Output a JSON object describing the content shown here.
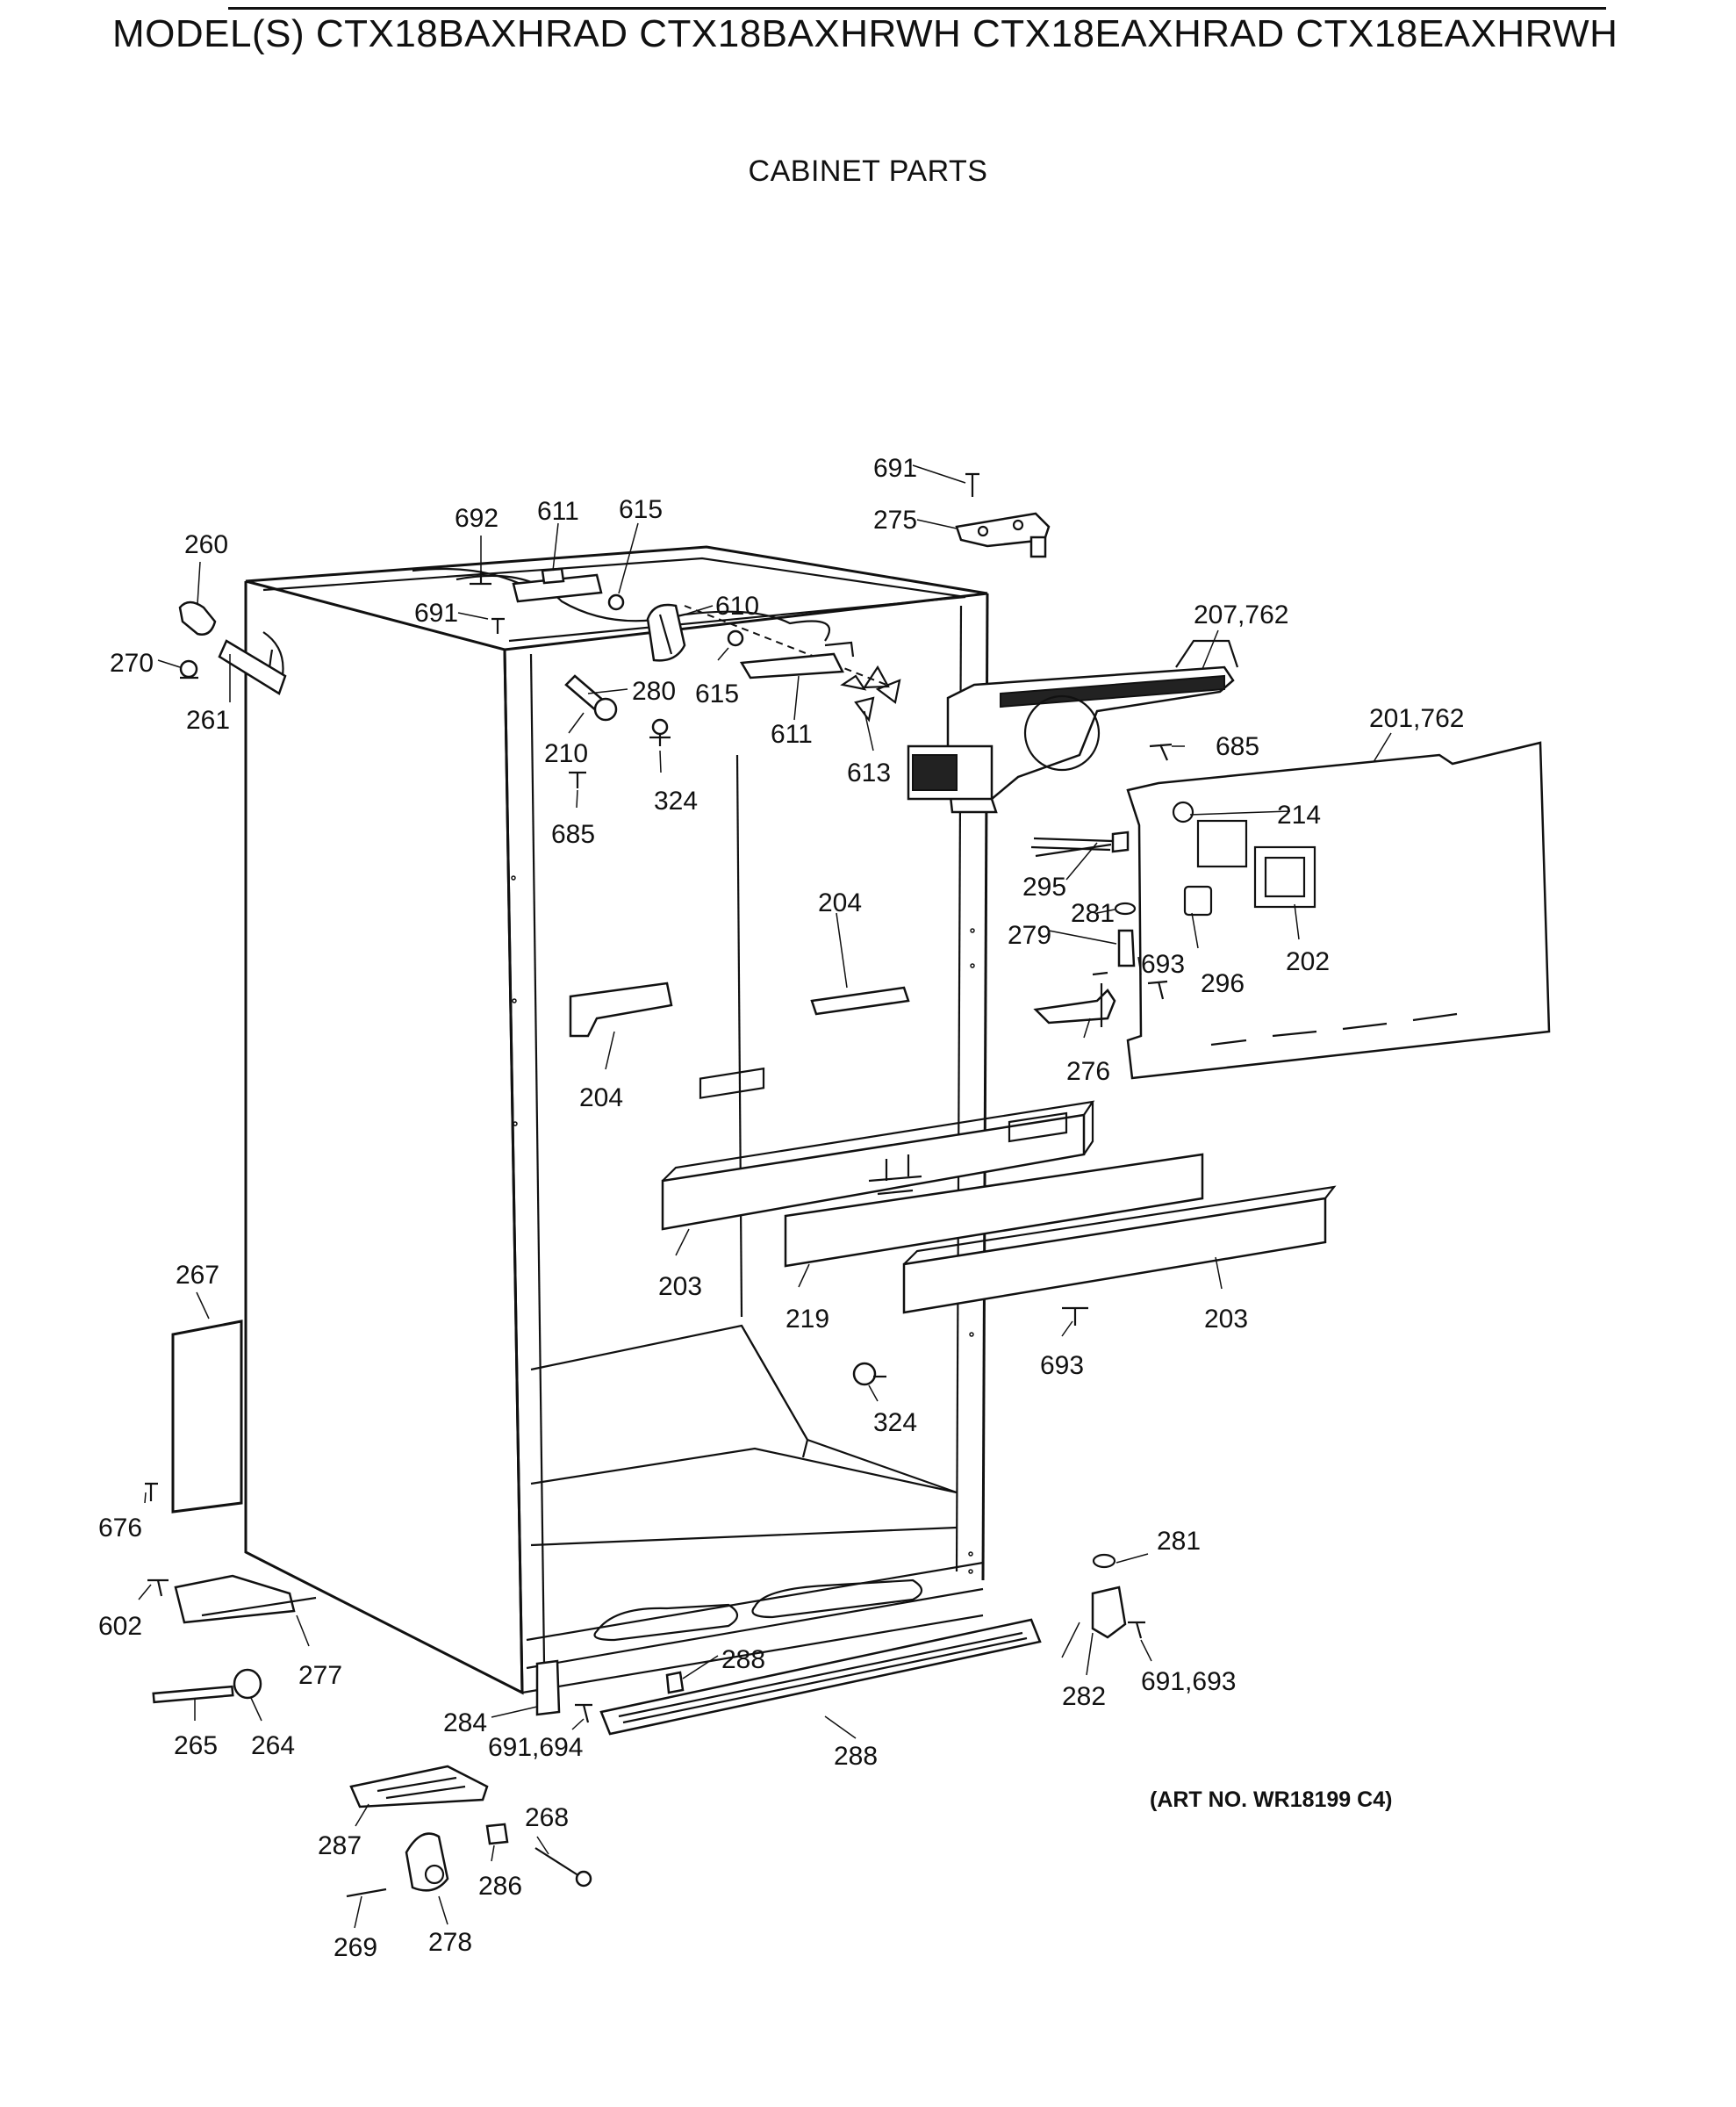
{
  "header": {
    "models": "MODEL(S) CTX18BAXHRAD  CTX18BAXHRWH  CTX18EAXHRAD  CTX18EAXHRWH",
    "subtitle": "CABINET PARTS",
    "art_no": "(ART NO. WR18199 C4)"
  },
  "callouts": [
    {
      "id": "c691a",
      "text": "691"
    },
    {
      "id": "c275",
      "text": "275"
    },
    {
      "id": "c692",
      "text": "692"
    },
    {
      "id": "c611a",
      "text": "611"
    },
    {
      "id": "c615a",
      "text": "615"
    },
    {
      "id": "c260",
      "text": "260"
    },
    {
      "id": "c691b",
      "text": "691"
    },
    {
      "id": "c610",
      "text": "610"
    },
    {
      "id": "c207",
      "text": "207,762"
    },
    {
      "id": "c270",
      "text": "270"
    },
    {
      "id": "c280",
      "text": "280"
    },
    {
      "id": "c615b",
      "text": "615"
    },
    {
      "id": "c261",
      "text": "261"
    },
    {
      "id": "c611b",
      "text": "611"
    },
    {
      "id": "c685a",
      "text": "685"
    },
    {
      "id": "c201",
      "text": "201,762"
    },
    {
      "id": "c210",
      "text": "210"
    },
    {
      "id": "c613",
      "text": "613"
    },
    {
      "id": "c324a",
      "text": "324"
    },
    {
      "id": "c685b",
      "text": "685"
    },
    {
      "id": "c214",
      "text": "214"
    },
    {
      "id": "c295",
      "text": "295"
    },
    {
      "id": "c204a",
      "text": "204"
    },
    {
      "id": "c281a",
      "text": "281"
    },
    {
      "id": "c279",
      "text": "279"
    },
    {
      "id": "c693a",
      "text": "693"
    },
    {
      "id": "c296",
      "text": "296"
    },
    {
      "id": "c202",
      "text": "202"
    },
    {
      "id": "c276",
      "text": "276"
    },
    {
      "id": "c204b",
      "text": "204"
    },
    {
      "id": "c267",
      "text": "267"
    },
    {
      "id": "c203a",
      "text": "203"
    },
    {
      "id": "c219",
      "text": "219"
    },
    {
      "id": "c203b",
      "text": "203"
    },
    {
      "id": "c693b",
      "text": "693"
    },
    {
      "id": "c324b",
      "text": "324"
    },
    {
      "id": "c676",
      "text": "676"
    },
    {
      "id": "c281b",
      "text": "281"
    },
    {
      "id": "c602",
      "text": "602"
    },
    {
      "id": "c277",
      "text": "277"
    },
    {
      "id": "c288a",
      "text": "288"
    },
    {
      "id": "c691c",
      "text": "691,693"
    },
    {
      "id": "c282",
      "text": "282"
    },
    {
      "id": "c284",
      "text": "284"
    },
    {
      "id": "c691d",
      "text": "691,694"
    },
    {
      "id": "c265",
      "text": "265"
    },
    {
      "id": "c264",
      "text": "264"
    },
    {
      "id": "c288b",
      "text": "288"
    },
    {
      "id": "c268",
      "text": "268"
    },
    {
      "id": "c287",
      "text": "287"
    },
    {
      "id": "c286",
      "text": "286"
    },
    {
      "id": "c269",
      "text": "269"
    },
    {
      "id": "c278",
      "text": "278"
    }
  ]
}
